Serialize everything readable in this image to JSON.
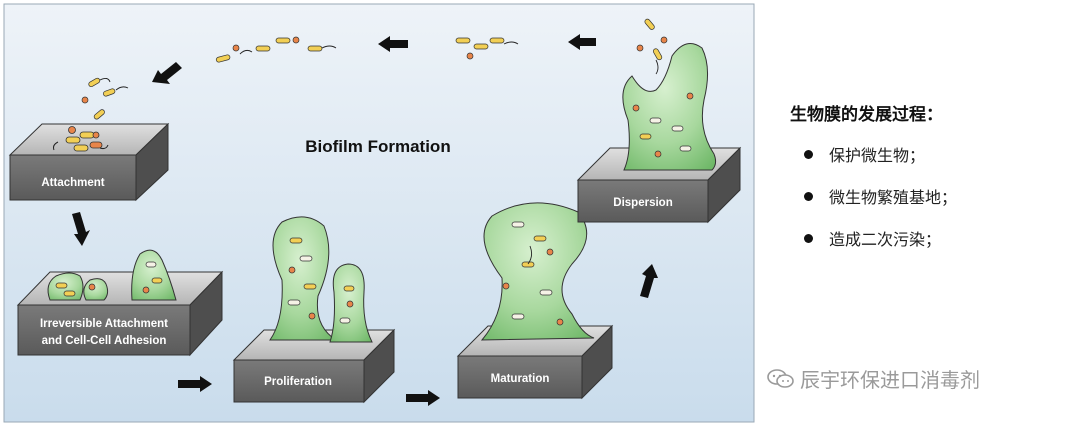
{
  "diagram": {
    "title": "Biofilm Formation",
    "stages": [
      {
        "id": "attachment",
        "label": "Attachment"
      },
      {
        "id": "irreversible",
        "label_line1": "Irreversible Attachment",
        "label_line2": "and Cell-Cell Adhesion"
      },
      {
        "id": "proliferation",
        "label": "Proliferation"
      },
      {
        "id": "maturation",
        "label": "Maturation"
      },
      {
        "id": "dispersion",
        "label": "Dispersion"
      }
    ],
    "colors": {
      "background_top": "#d5e3ef",
      "background_bottom": "#eef3f8",
      "block_top": "#c8c8c8",
      "block_front": "#707070",
      "block_side": "#4e4e4e",
      "biofilm": "#9ed49a",
      "cell_yellow": "#f2cf55",
      "cell_orange": "#e8854a",
      "cell_white": "#f5f2e6"
    }
  },
  "side_panel": {
    "heading": "生物膜的发展过程：",
    "items": [
      {
        "text": "保护微生物；"
      },
      {
        "text": "微生物繁殖基地；"
      },
      {
        "text": "造成二次污染；"
      }
    ]
  },
  "watermark": {
    "text": "辰宇环保进口消毒剂",
    "icon": "wechat-icon"
  }
}
